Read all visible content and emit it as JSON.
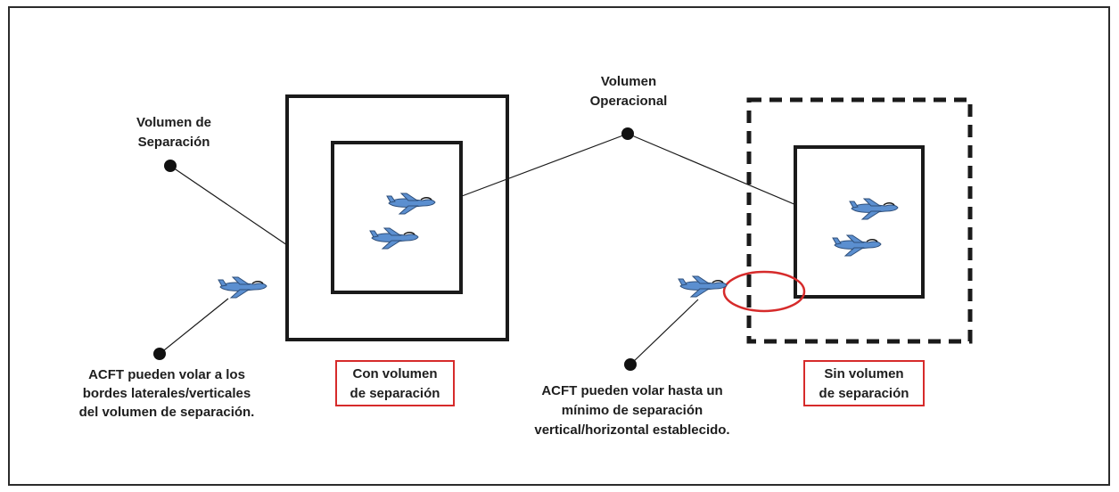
{
  "labels": {
    "separation_volume": [
      "Volumen de",
      "Separación"
    ],
    "operational_volume": [
      "Volumen",
      "Operacional"
    ],
    "with_volume": [
      "Con volumen",
      "de separación"
    ],
    "without_volume": [
      "Sin volumen",
      "de separación"
    ],
    "left_note": [
      "ACFT pueden volar a los",
      "bordes laterales/verticales",
      "del volumen de separación."
    ],
    "right_note": [
      "ACFT pueden volar hasta un",
      "mínimo de separación",
      "vertical/horizontal establecido."
    ]
  },
  "colors": {
    "box_stroke": "#1a1a1a",
    "highlight_border": "#d62b2b",
    "aircraft": "#5b8fd0",
    "ellipse": "#d62b2b"
  },
  "icons": [
    "aircraft-icon"
  ]
}
